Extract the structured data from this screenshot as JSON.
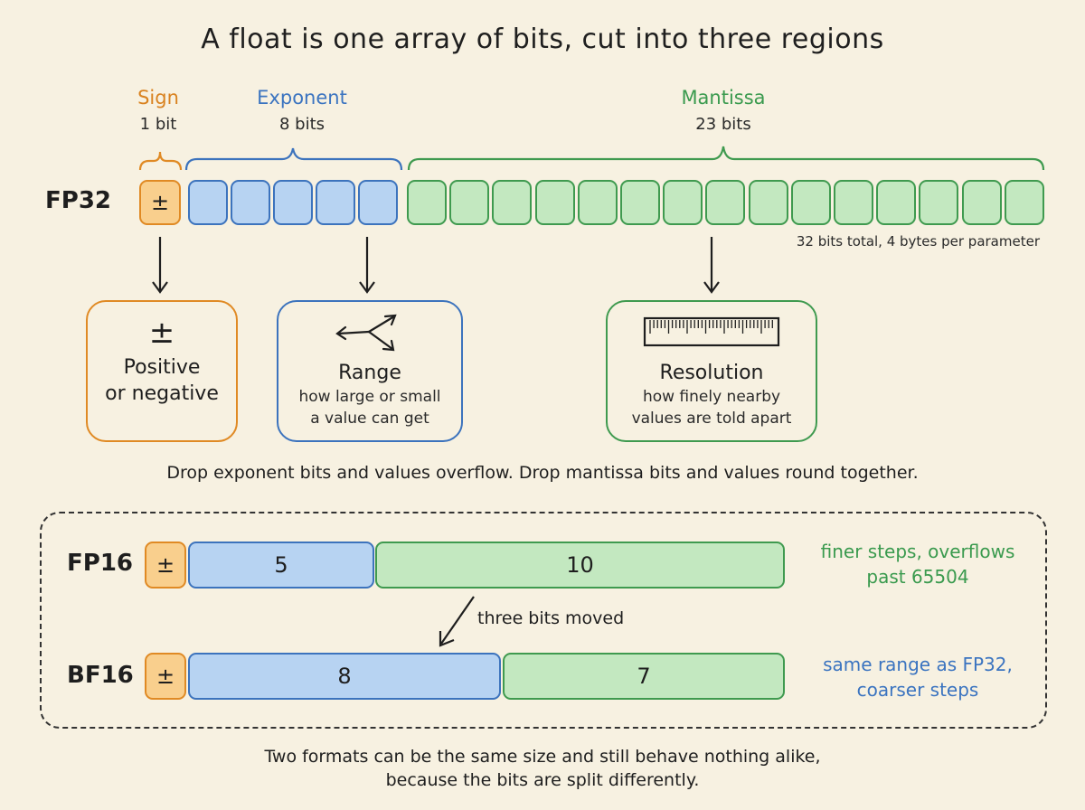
{
  "title": "A float is one array of bits, cut into three regions",
  "fp32": {
    "label": "FP32",
    "sign_symbol": "±",
    "sign": {
      "name": "Sign",
      "bits": "1 bit"
    },
    "exponent": {
      "name": "Exponent",
      "bits": "8 bits"
    },
    "mantissa": {
      "name": "Mantissa",
      "bits": "23 bits"
    },
    "total_note": "32 bits total, 4 bytes per parameter"
  },
  "boxes": {
    "sign": {
      "icon": "plus-minus-icon",
      "title": "Positive",
      "title2": "or negative"
    },
    "range": {
      "icon": "spread-arrows-icon",
      "title": "Range",
      "line1": "how large or small",
      "line2": "a value can get"
    },
    "resolution": {
      "icon": "ruler-icon",
      "title": "Resolution",
      "line1": "how finely nearby",
      "line2": "values are told apart"
    }
  },
  "middle_text": "Drop exponent bits and values overflow. Drop mantissa bits and values round together.",
  "fp16": {
    "label": "FP16",
    "sign_symbol": "±",
    "exponent_bits": "5",
    "mantissa_bits": "10",
    "note_line1": "finer steps, overflows",
    "note_line2": "past 65504"
  },
  "moved_text": "three bits moved",
  "bf16": {
    "label": "BF16",
    "sign_symbol": "±",
    "exponent_bits": "8",
    "mantissa_bits": "7",
    "note_line1": "same range as FP32,",
    "note_line2": "coarser steps"
  },
  "footer": {
    "line1": "Two formats can be the same size and still behave nothing alike,",
    "line2": "because the bits are split differently."
  },
  "colors": {
    "background": "#f7f1e1",
    "sign": "#e08a24",
    "exponent": "#3c73bd",
    "mantissa": "#3f9a4f"
  }
}
